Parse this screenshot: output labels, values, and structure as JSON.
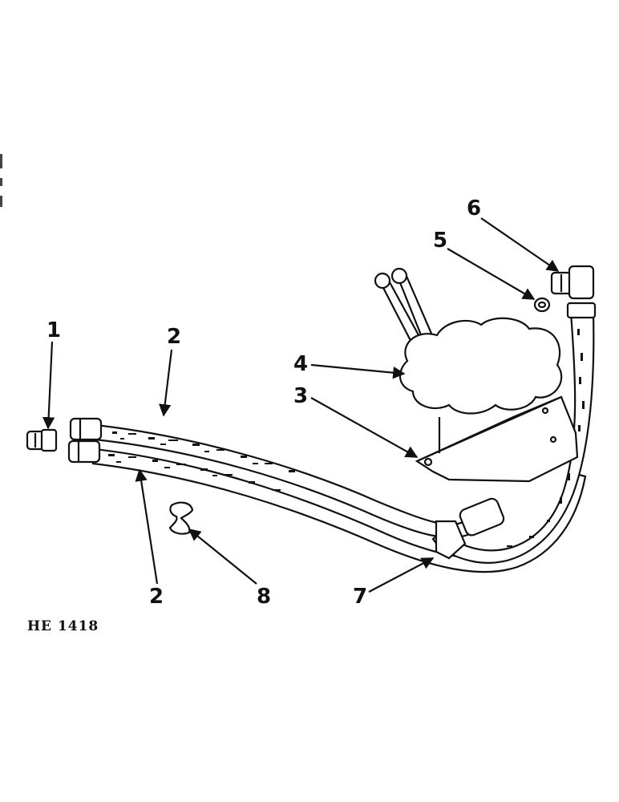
{
  "callouts": {
    "c1": "1",
    "c2a": "2",
    "c2b": "2",
    "c3": "3",
    "c4": "4",
    "c5": "5",
    "c6": "6",
    "c7": "7",
    "c8": "8"
  },
  "figure_code": "HE 1418",
  "colors": {
    "ink": "#111111",
    "paper": "#ffffff"
  }
}
